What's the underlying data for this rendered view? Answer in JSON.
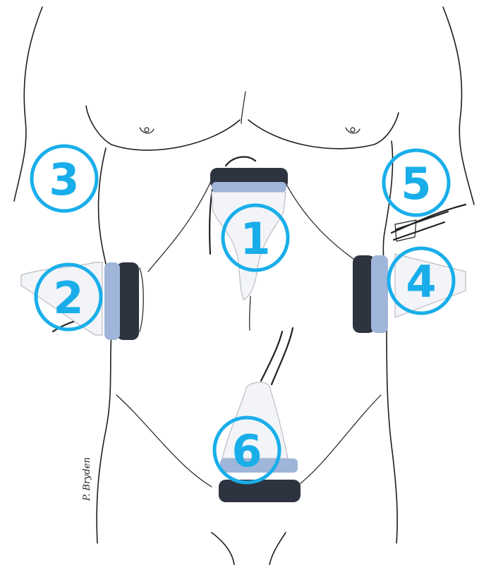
{
  "markers": [
    {
      "id": "1",
      "label": "1"
    },
    {
      "id": "2",
      "label": "2"
    },
    {
      "id": "3",
      "label": "3"
    },
    {
      "id": "4",
      "label": "4"
    },
    {
      "id": "5",
      "label": "5"
    },
    {
      "id": "6",
      "label": "6"
    }
  ],
  "signature": "P. Bryden",
  "colors": {
    "marker": "#19aeea",
    "outline": "#1e1e1e",
    "probe_face": "#6f8fbf"
  },
  "icons": [
    "torso-outline",
    "ultrasound-probe"
  ]
}
